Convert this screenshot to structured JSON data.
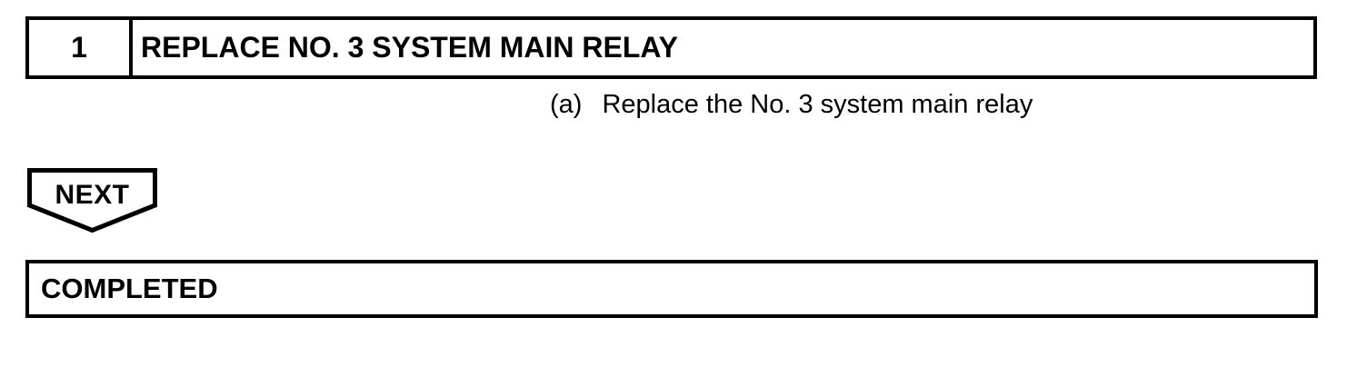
{
  "step": {
    "number": "1",
    "title": "REPLACE NO. 3 SYSTEM MAIN RELAY",
    "instructions": [
      {
        "label": "(a)",
        "text": "Replace the No. 3 system main relay"
      }
    ]
  },
  "flow": {
    "next": {
      "label": "NEXT"
    },
    "completed": {
      "label": "COMPLETED"
    }
  },
  "colors": {
    "line": "#000000",
    "text": "#000000",
    "background": "#ffffff"
  }
}
